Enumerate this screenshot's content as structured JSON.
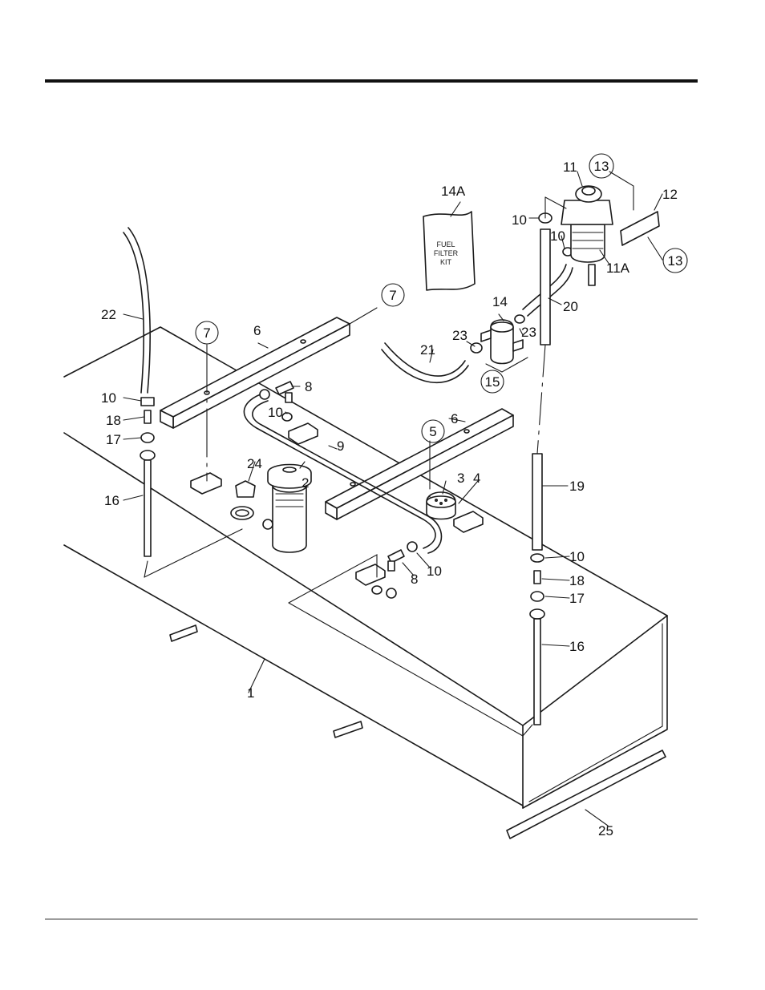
{
  "diagram": {
    "kit_label": [
      "FUEL",
      "FILTER",
      "KIT"
    ],
    "callouts": [
      {
        "id": "c1",
        "text": "1"
      },
      {
        "id": "c2",
        "text": "2"
      },
      {
        "id": "c3",
        "text": "3"
      },
      {
        "id": "c4",
        "text": "4"
      },
      {
        "id": "c5",
        "text": "5",
        "circled": true
      },
      {
        "id": "c6a",
        "text": "6"
      },
      {
        "id": "c6b",
        "text": "6"
      },
      {
        "id": "c7a",
        "text": "7",
        "circled": true
      },
      {
        "id": "c7b",
        "text": "7",
        "circled": true
      },
      {
        "id": "c8a",
        "text": "8"
      },
      {
        "id": "c8b",
        "text": "8"
      },
      {
        "id": "c9",
        "text": "9"
      },
      {
        "id": "c10a",
        "text": "10"
      },
      {
        "id": "c10b",
        "text": "10"
      },
      {
        "id": "c10c",
        "text": "10"
      },
      {
        "id": "c10d",
        "text": "10"
      },
      {
        "id": "c10e",
        "text": "10"
      },
      {
        "id": "c10f",
        "text": "10"
      },
      {
        "id": "c11",
        "text": "11"
      },
      {
        "id": "c11a",
        "text": "11A"
      },
      {
        "id": "c12",
        "text": "12"
      },
      {
        "id": "c13a",
        "text": "13",
        "circled": true
      },
      {
        "id": "c13b",
        "text": "13",
        "circled": true
      },
      {
        "id": "c14",
        "text": "14"
      },
      {
        "id": "c14a",
        "text": "14A"
      },
      {
        "id": "c15",
        "text": "15",
        "circled": true
      },
      {
        "id": "c16a",
        "text": "16"
      },
      {
        "id": "c16b",
        "text": "16"
      },
      {
        "id": "c17a",
        "text": "17"
      },
      {
        "id": "c17b",
        "text": "17"
      },
      {
        "id": "c18a",
        "text": "18"
      },
      {
        "id": "c18b",
        "text": "18"
      },
      {
        "id": "c19",
        "text": "19"
      },
      {
        "id": "c20",
        "text": "20"
      },
      {
        "id": "c21",
        "text": "21"
      },
      {
        "id": "c22",
        "text": "22"
      },
      {
        "id": "c23a",
        "text": "23"
      },
      {
        "id": "c23b",
        "text": "23"
      },
      {
        "id": "c24",
        "text": "24"
      },
      {
        "id": "c25",
        "text": "25"
      }
    ]
  }
}
